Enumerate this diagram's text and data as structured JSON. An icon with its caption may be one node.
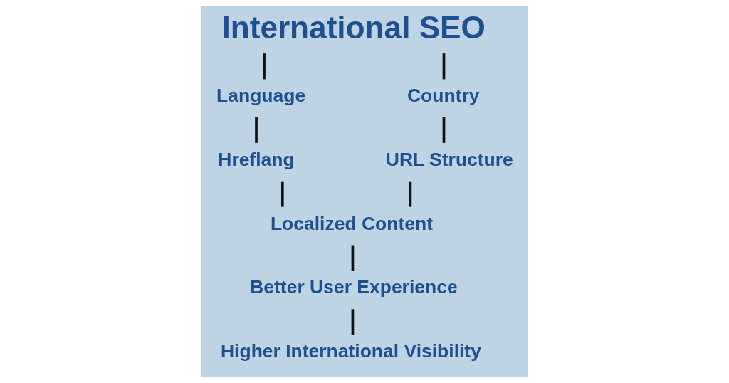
{
  "diagram": {
    "nodes": [
      {
        "text": [
          "International SEO"
        ]
      },
      {
        "text": [
          "Language"
        ]
      },
      {
        "text": [
          "Country"
        ]
      },
      {
        "text": [
          "Hreflang"
        ]
      },
      {
        "text": [
          "URL Structure"
        ]
      },
      {
        "text": [
          "Localized Content"
        ]
      },
      {
        "text": [
          "Better User Experience"
        ]
      },
      {
        "text": [
          "Higher International Visibility"
        ]
      }
    ],
    "edges": [
      {
        "from": 0,
        "to": 1,
        "arrow": "none"
      },
      {
        "from": 0,
        "to": 2,
        "arrow": "none"
      },
      {
        "from": 1,
        "to": 3,
        "arrow": "none"
      },
      {
        "from": 2,
        "to": 4,
        "arrow": "none"
      },
      {
        "from": 3,
        "to": 5,
        "arrow": "none"
      },
      {
        "from": 4,
        "to": 5,
        "arrow": "none"
      },
      {
        "from": 5,
        "to": 6,
        "arrow": "none"
      },
      {
        "from": 6,
        "to": 7,
        "arrow": "none"
      }
    ]
  }
}
